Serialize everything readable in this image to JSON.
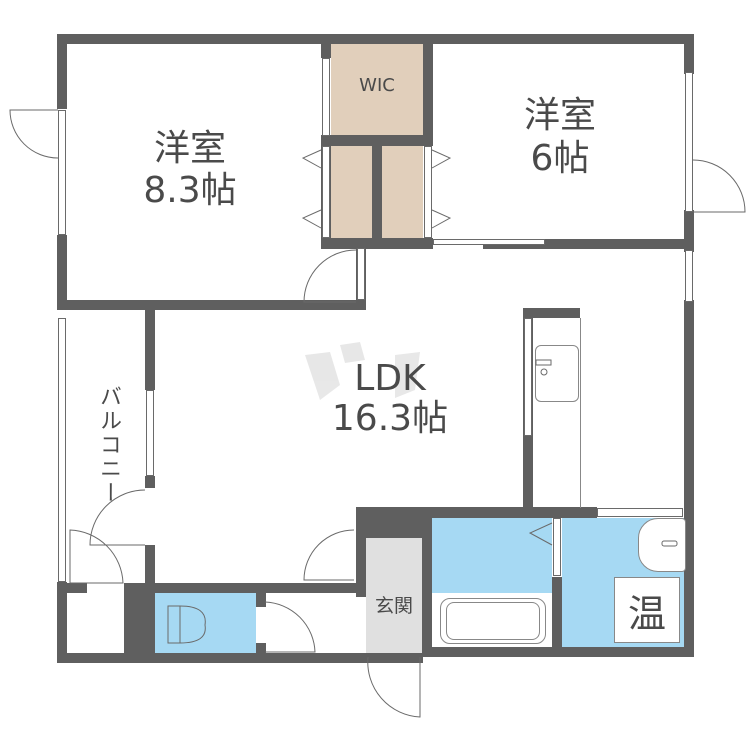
{
  "floorplan": {
    "rooms": {
      "western_room_1": {
        "name": "洋室",
        "size": "8.3帖"
      },
      "western_room_2": {
        "name": "洋室",
        "size": "6帖"
      },
      "wic": {
        "name": "WIC"
      },
      "ldk": {
        "name": "LDK",
        "size": "16.3帖"
      },
      "balcony": {
        "name": "バルコニー"
      },
      "entrance": {
        "name": "玄関"
      },
      "water_heater": {
        "name": "温"
      }
    },
    "colors": {
      "wall": "#5f5f5f",
      "closet": "#e1cfbb",
      "wet_area": "#a6d9f3",
      "entrance": "#e0e0e0"
    }
  }
}
